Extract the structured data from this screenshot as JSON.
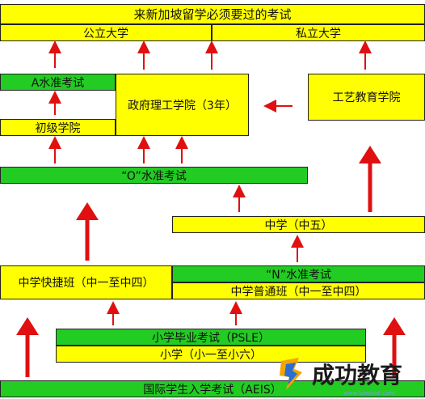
{
  "title": "来新加坡留学必须要过的考试",
  "boxes": {
    "public_university": "公立大学",
    "private_university": "私立大学",
    "a_level": "A水准考试",
    "junior_college": "初级学院",
    "polytechnic": "政府理工学院（3年）",
    "ite": "工艺教育学院",
    "o_level": "“O”水准考试",
    "secondary_5": "中学（中五）",
    "express": "中学快捷班（中一至中四）",
    "n_level": "“N”水准考试",
    "normal": "中学普通班（中一至中四）",
    "psle": "小学毕业考试（PSLE）",
    "primary": "小学（小一至小六）",
    "aeis": "国际学生入学考试（AEIS）"
  },
  "logo": {
    "text": "成功教育",
    "url": "www.lumiaiel.com",
    "icon": "s-logo-icon"
  },
  "colors": {
    "yellow": "#ffff00",
    "green": "#22cc22",
    "arrow": "#e01010"
  }
}
